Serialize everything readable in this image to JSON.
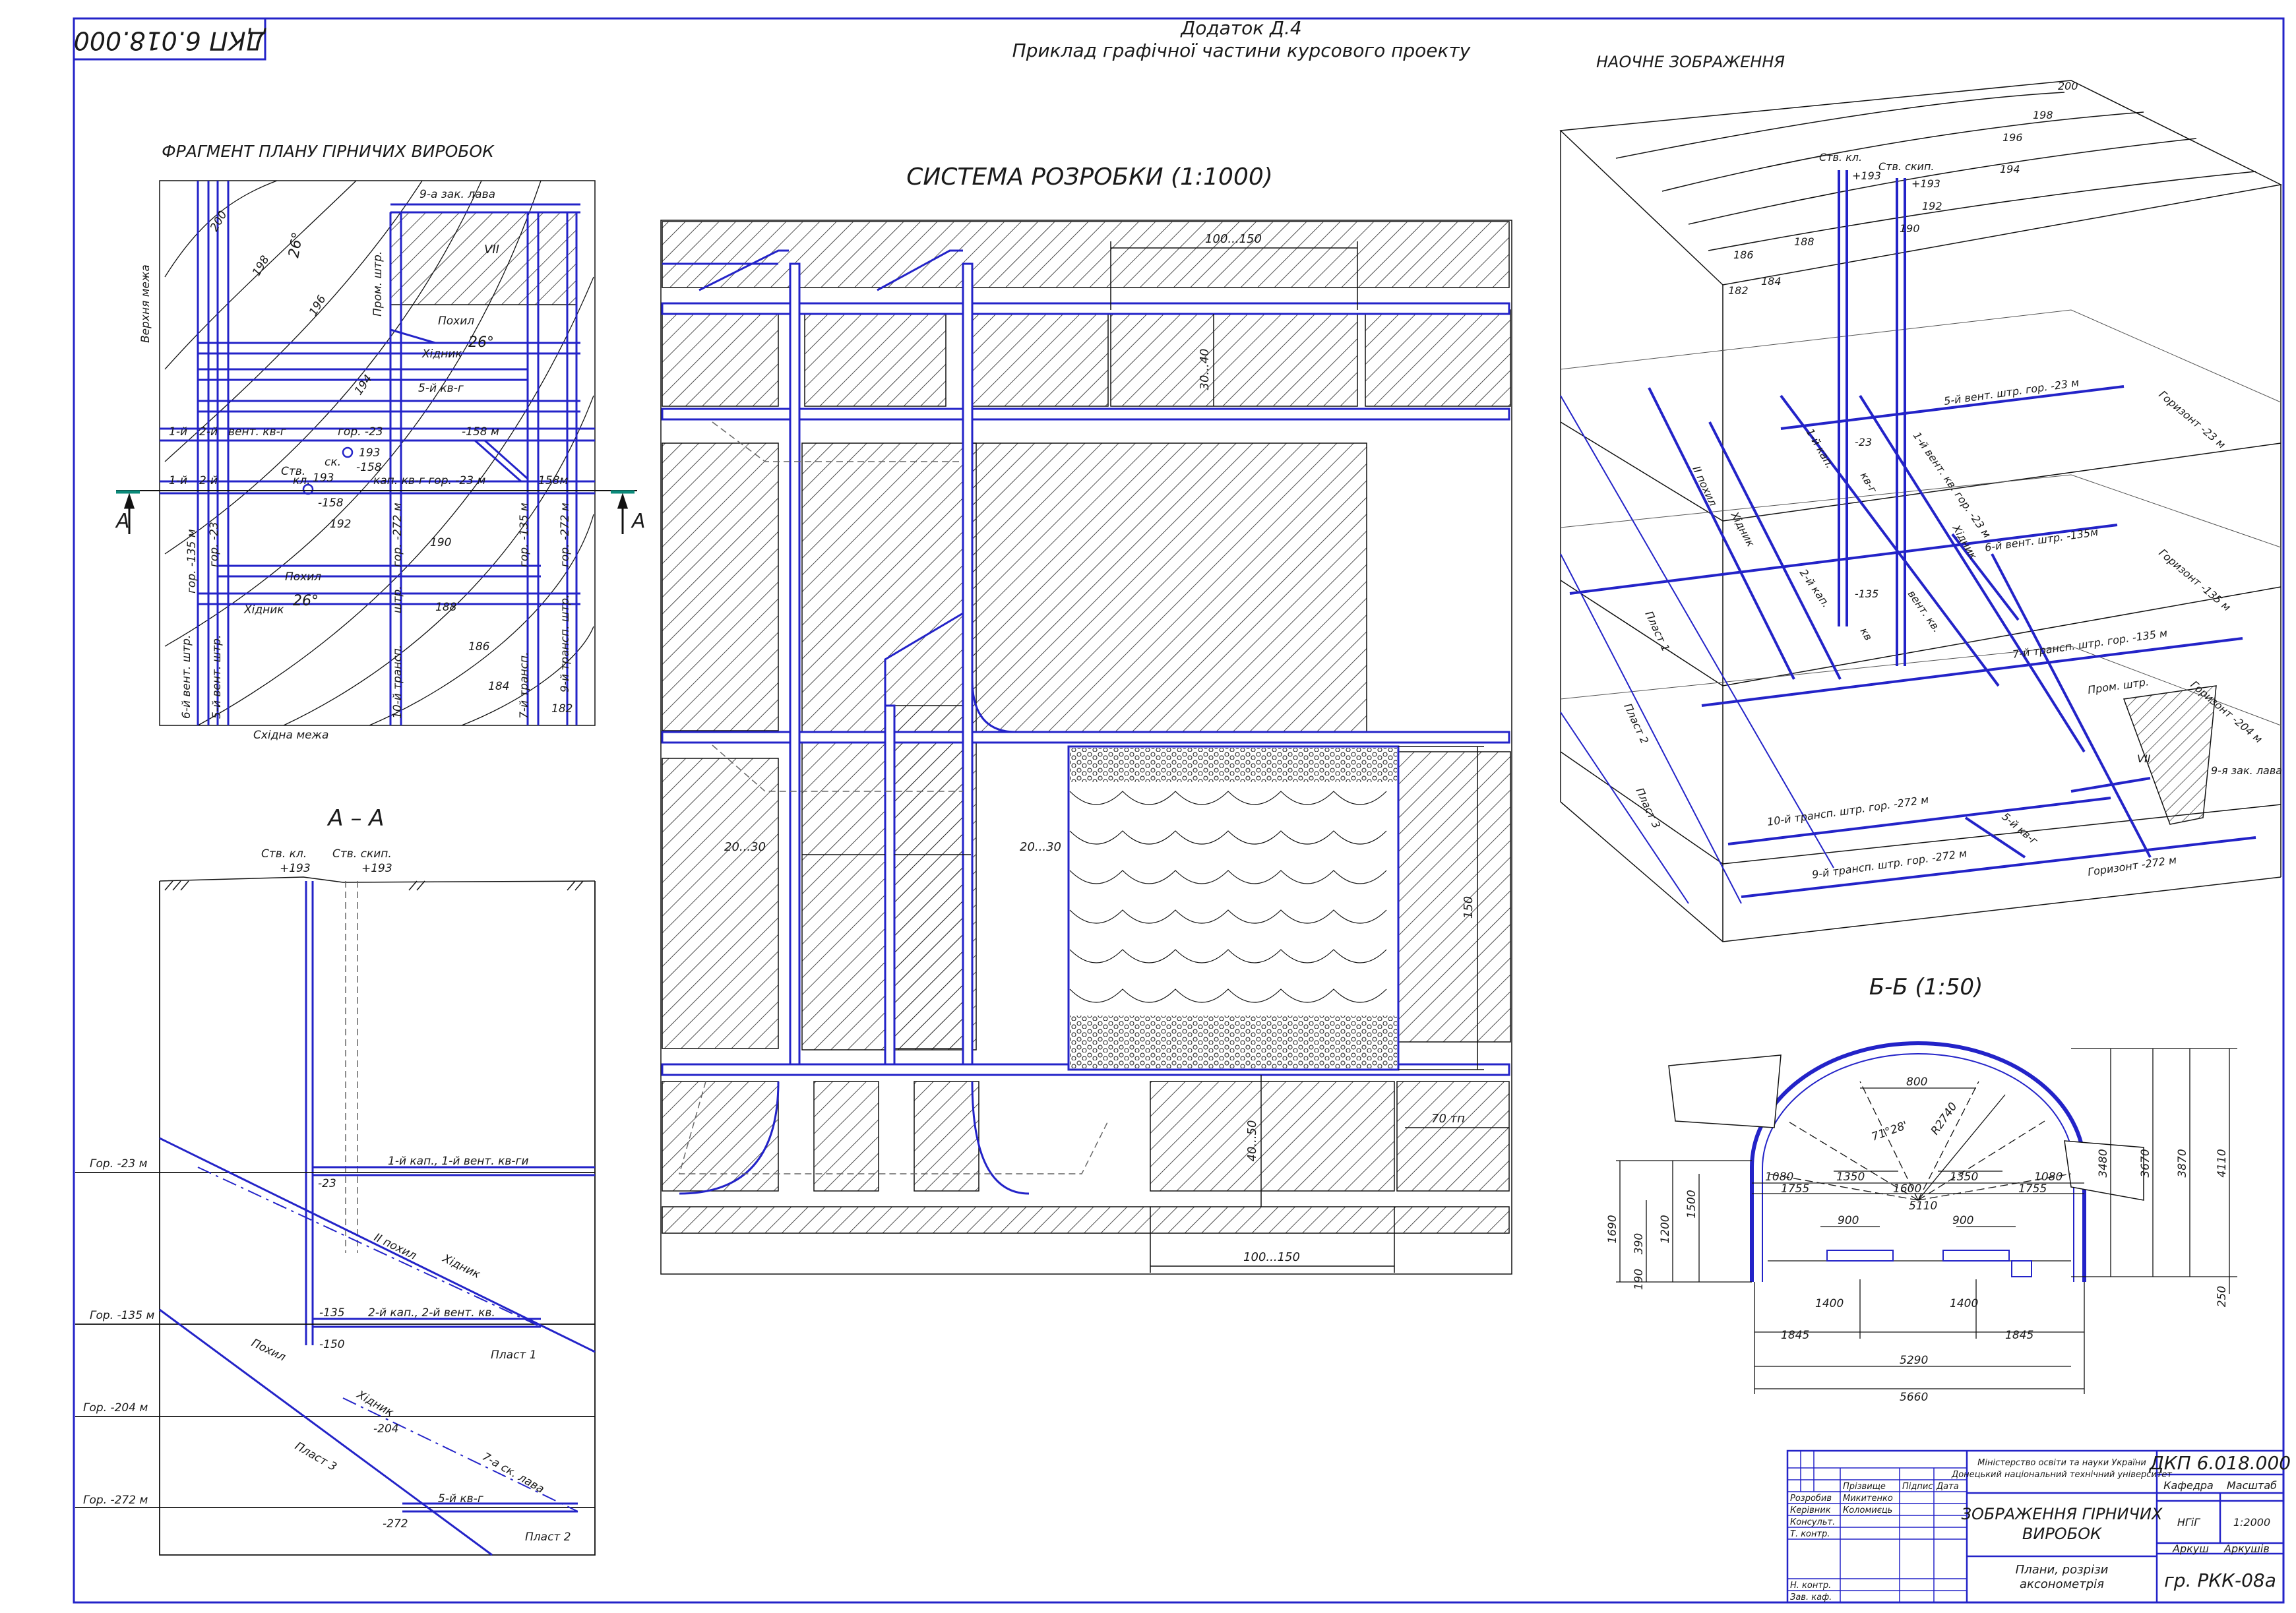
{
  "stamp_code": "ДКП 6.018.000",
  "header": {
    "appendix": "Додаток Д.4",
    "subtitle": "Приклад графічної частини курсового проекту"
  },
  "plan": {
    "title": "ФРАГМЕНТ ПЛАНУ ГІРНИЧИХ ВИРОБОК",
    "labels": {
      "zak_lava": "9-а зак. лава",
      "prom_shtr": "Пром. штр.",
      "roman7": "VII",
      "pokhyl": "Похил",
      "khidnyk": "Хідник",
      "angle": "26°",
      "kv5": "5-й кв-г",
      "vent1": "1-й",
      "vent2": "2-й",
      "vent_label": "вент. кв-г",
      "hor23": "гор. -23",
      "m158": "-158 м",
      "stv": "Ств.",
      "sk": "ск.",
      "kl": "кл.",
      "v193a": "193",
      "v158": "-158",
      "v193b": "193",
      "kap1": "1-й",
      "kap2": "2-й",
      "kap_label": "кап. кв-г гор. -23 м",
      "m158b": "158м",
      "m158c": "-158",
      "hor272": "гор. -272 м",
      "hor135": "гор. -135 м",
      "hor23b": "гор. -23",
      "vent6": "6-й вент. штр.",
      "vent5": "5-й вент. штр.",
      "transp10": "10-й трансп.",
      "transp7": "7-й трансп.",
      "transp9": "9-й трансп. штр.",
      "hor272b": "гор. -272 м",
      "shtr": "штр.",
      "upper": "Верхня межа",
      "east": "Східна межа",
      "c200": "200",
      "c198": "198",
      "c196": "196",
      "c194": "194",
      "c192": "192",
      "c190": "190",
      "c188": "188",
      "c186": "186",
      "c184": "184",
      "c182": "182",
      "hor135m": "гор. -135 м",
      "sec_left": "А",
      "sec_right": "А"
    }
  },
  "section_aa": {
    "title": "А – А",
    "stv_kl": "Ств. кл.",
    "stv_skip": "Ств. скип.",
    "p193a": "+193",
    "p193b": "+193",
    "gor23": "Гор. -23 м",
    "gor135": "Гор. -135 м",
    "gor204": "Гор. -204 м",
    "gor272": "Гор. -272 м",
    "kap1": "1-й кап., 1-й вент. кв-ги",
    "v23": "-23",
    "pokhyl": "II похил",
    "khidnyk": "Хідник",
    "v135": "-135",
    "kap2": "2-й кап., 2-й вент. кв.",
    "pokhyl2": "Похил",
    "v150": "-150",
    "plast1": "Пласт 1",
    "khidnyk2": "Хідник",
    "v204": "-204",
    "plast3": "Пласт 3",
    "sklava": "7-а ск. лава",
    "kv5": "5-й кв-г",
    "v272": "-272",
    "plast2": "Пласт 2"
  },
  "system": {
    "title": "СИСТЕМА РОЗРОБКИ (1:1000)",
    "d1": "100...150",
    "d2": "30...40",
    "d3": "20...30",
    "d4": "20...30",
    "d5": "150",
    "d6": "70 тп",
    "d7": "40...50",
    "d8": "100...150"
  },
  "axonometry": {
    "title": "НАОЧНЕ ЗОБРАЖЕННЯ",
    "c200": "200",
    "c198": "198",
    "c196": "196",
    "c194": "194",
    "c192": "192",
    "c190": "190",
    "c188": "188",
    "c186": "186",
    "c184": "184",
    "c182": "182",
    "stv_kl": "Ств. кл.",
    "stv_skip": "Ств. скип.",
    "p193a": "+193",
    "p193b": "+193",
    "vent5": "5-й вент. штр. гор. -23 м",
    "hor23": "Горизонт -23 м",
    "kap1": "1-й кап.",
    "v23": "-23",
    "vent1": "1-й вент. кв. гор. -23 м",
    "kv2": "кв-г",
    "pokhyl": "II похил",
    "khidnyk": "Хідник",
    "vent6": "6-й вент. штр. -135м",
    "hor135": "Горизонт -135 м",
    "plast1": "Пласт 1",
    "kap2": "2-й кап.",
    "v135": "-135",
    "vent2": "вент. кв.",
    "kv": "кв",
    "khidnyk2": "Хідник",
    "transp7": "7-й трансп. штр. гор. -135 м",
    "prom": "Пром. штр.",
    "hor204": "Горизонт -204 м",
    "plast2": "Пласт 2",
    "roman7": "VII",
    "zak": "9-я зак. лава",
    "plast3": "Пласт 3",
    "transp10": "10-й трансп. штр. гор. -272 м",
    "kv5": "5-й кв-г",
    "transp9": "9-й трансп. штр. гор. -272 м",
    "hor272": "Горизонт -272 м"
  },
  "section_bb": {
    "title": "Б-Б (1:50)",
    "d800": "800",
    "ang": "71°28'",
    "r": "R2740",
    "d1080a": "1080",
    "d1350a": "1350",
    "d1350b": "1350",
    "d1080b": "1080",
    "d1755a": "1755",
    "d1600": "1600",
    "d5110": "5110",
    "d1755b": "1755",
    "d900a": "900",
    "d900b": "900",
    "d1400a": "1400",
    "d1400b": "1400",
    "d1845a": "1845",
    "d1845b": "1845",
    "d5290": "5290",
    "d5660": "5660",
    "v1690": "1690",
    "v390": "390",
    "v190": "190",
    "v1200": "1200",
    "v1500": "1500",
    "v3480": "3480",
    "v3670": "3670",
    "v3870": "3870",
    "v4110": "4110",
    "v250": "250"
  },
  "title_block": {
    "ministry": "Міністерство освіти та науки України",
    "university": "Донецький національний технічний університет",
    "code": "ДКП 6.018.000",
    "h_prizv": "Прізвище",
    "h_pidpys": "Підпис",
    "h_data": "Дата",
    "r_rozrob": "Розробив",
    "r_kerivn": "Керівник",
    "r_konsult": "Консульт.",
    "r_tkontr": "Т. контр.",
    "r_nkontr": "Н. контр.",
    "r_zavkaf": "Зав. каф.",
    "n1": "Микитенко",
    "n2": "Коломиєць",
    "work_title_1": "ЗОБРАЖЕННЯ ГІРНИЧИХ",
    "work_title_2": "ВИРОБОК",
    "sub1": "Плани, розрізи",
    "sub2": "аксонометрія",
    "kafedra": "Кафедра",
    "masshtab": "Масштаб",
    "kaf_val": "НГіГ",
    "scale_val": "1:2000",
    "arkush": "Аркуш",
    "arkushiv": "Аркушів",
    "group": "гр. РКК-08а"
  },
  "colors": {
    "accent": "#2323c8",
    "ink": "#111111"
  }
}
